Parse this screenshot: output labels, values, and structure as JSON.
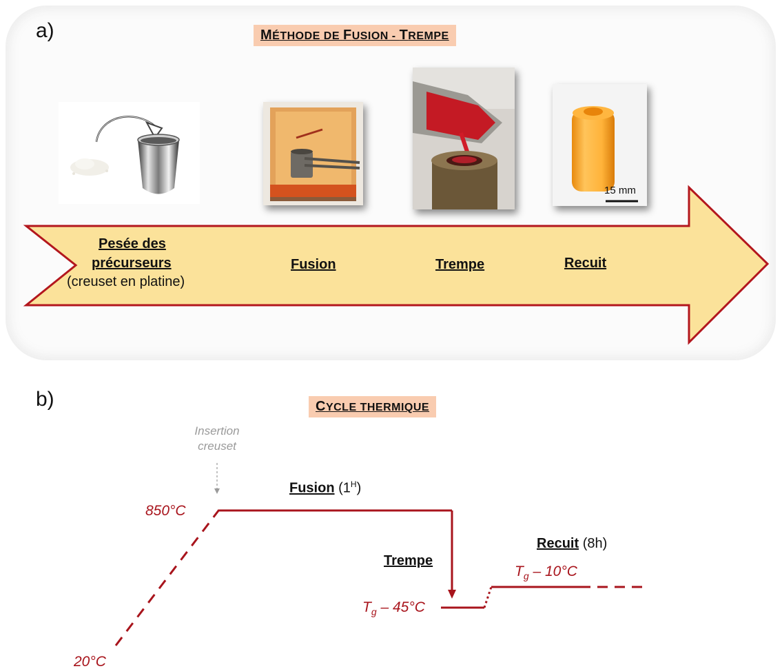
{
  "panel_a": {
    "label": "a)",
    "title_parts": [
      "M",
      "ÉTHODE DE ",
      "F",
      "USION - ",
      "T",
      "REMPE"
    ],
    "steps": [
      {
        "title_line1": "Pesée des",
        "title_line2": "précurseurs",
        "subtitle": "(creuset en platine)"
      },
      {
        "title": "Fusion"
      },
      {
        "title": "Trempe"
      },
      {
        "title": "Recuit"
      }
    ],
    "scale_bar": "15 mm",
    "colors": {
      "arrow_fill": "#fbe29a",
      "arrow_stroke": "#b3161d",
      "title_bg": "#f9ccb0"
    }
  },
  "panel_b": {
    "label": "b)",
    "title_parts": [
      "C",
      "YCLE THERMIQUE"
    ],
    "insertion_line1": "Insertion",
    "insertion_line2": "creuset",
    "fusion_label": "Fusion",
    "fusion_duration": "(1",
    "fusion_sup": "H",
    "fusion_close": ")",
    "trempe_label": "Trempe",
    "recuit_label": "Recuit",
    "recuit_duration": "(8h)",
    "temp_850": "850°C",
    "temp_20": "20°C",
    "tg_symbol": "T",
    "tg_sub": "g",
    "tg_minus_45": " – 45°C",
    "tg_minus_10": " – 10°C",
    "colors": {
      "curve": "#a8141c",
      "note": "#9a9a9a"
    }
  }
}
